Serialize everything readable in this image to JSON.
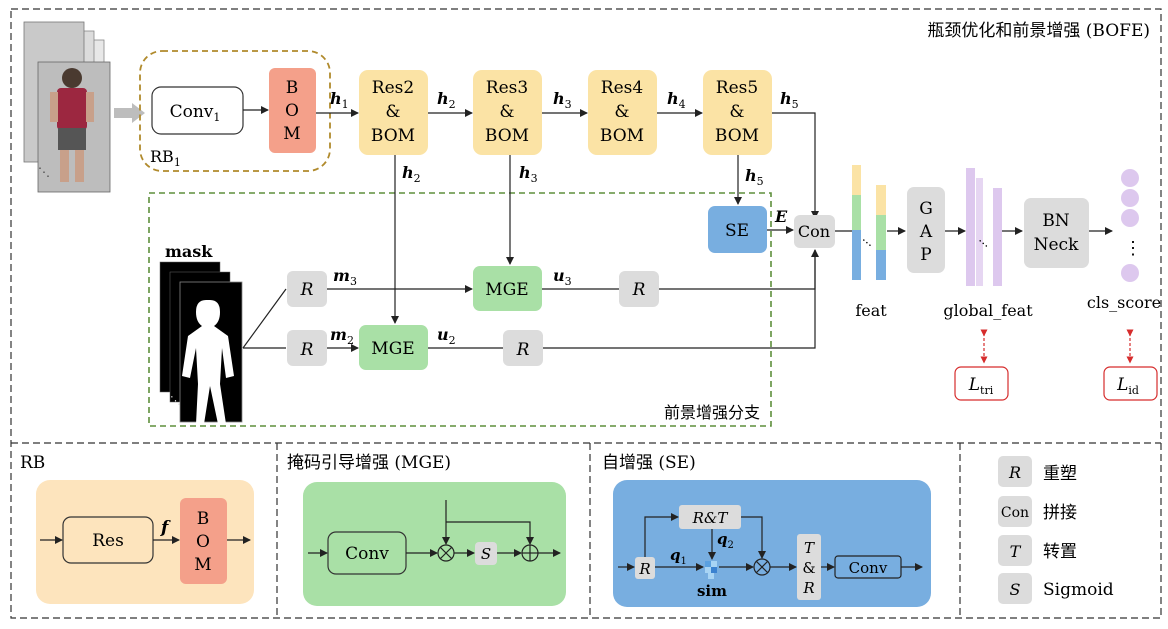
{
  "main_panel": {
    "title": "瓶颈优化和前景增强 (BOFE)"
  },
  "blocks": {
    "rb1": "RB",
    "rb1_sub": "1",
    "conv1": "Conv",
    "conv1_sub": "1",
    "bom_lines": [
      "B",
      "O",
      "M"
    ],
    "res2": [
      "Res2",
      "&",
      "BOM"
    ],
    "res3": [
      "Res3",
      "&",
      "BOM"
    ],
    "res4": [
      "Res4",
      "&",
      "BOM"
    ],
    "res5": [
      "Res5",
      "&",
      "BOM"
    ],
    "se": "SE",
    "con": "Con",
    "gap": [
      "G",
      "A",
      "P"
    ],
    "bnneck": [
      "BN",
      "Neck"
    ],
    "mge": "MGE",
    "r": "R"
  },
  "edge_labels": {
    "h": "h",
    "h1": "1",
    "h2": "2",
    "h3": "3",
    "h4": "4",
    "h5": "5",
    "E": "E",
    "m": "m",
    "u": "u",
    "sub2": "2",
    "sub3": "3"
  },
  "outputs": {
    "feat": "feat",
    "global_feat": "global_feat",
    "cls_score": "cls_score",
    "dots": "…",
    "vdots": "⋮",
    "loss": "L",
    "loss_tri": "tri",
    "loss_id": "id"
  },
  "mask_label": "mask",
  "branch_label": "前景增强分支",
  "rb_panel": {
    "title": "RB",
    "res": "Res",
    "f": "f",
    "bom": [
      "B",
      "O",
      "M"
    ]
  },
  "mge_panel": {
    "title": "掩码引导增强 (MGE)",
    "conv": "Conv",
    "s": "S"
  },
  "se_panel": {
    "title": "自增强 (SE)",
    "rt": "R&T",
    "q": "q",
    "q1": "1",
    "q2": "2",
    "r": "R",
    "sim": "sim",
    "trt": [
      "T",
      "&",
      "R"
    ],
    "conv": "Conv"
  },
  "legend": [
    {
      "symbol": "R",
      "label": "重塑"
    },
    {
      "symbol": "Con",
      "label": "拼接"
    },
    {
      "symbol": "T",
      "label": "转置"
    },
    {
      "symbol": "S",
      "label": "Sigmoid"
    }
  ],
  "colors": {
    "bom": "#f4a08a",
    "res": "#fbe3a5",
    "se": "#78aee0",
    "mge": "#a9e0a6",
    "gray": "#dcdcdc",
    "purple": "#ddc8ee",
    "loss_border": "#d62c2c",
    "dash_green": "#5e8f3c",
    "dash_brown": "#b08a2c"
  }
}
